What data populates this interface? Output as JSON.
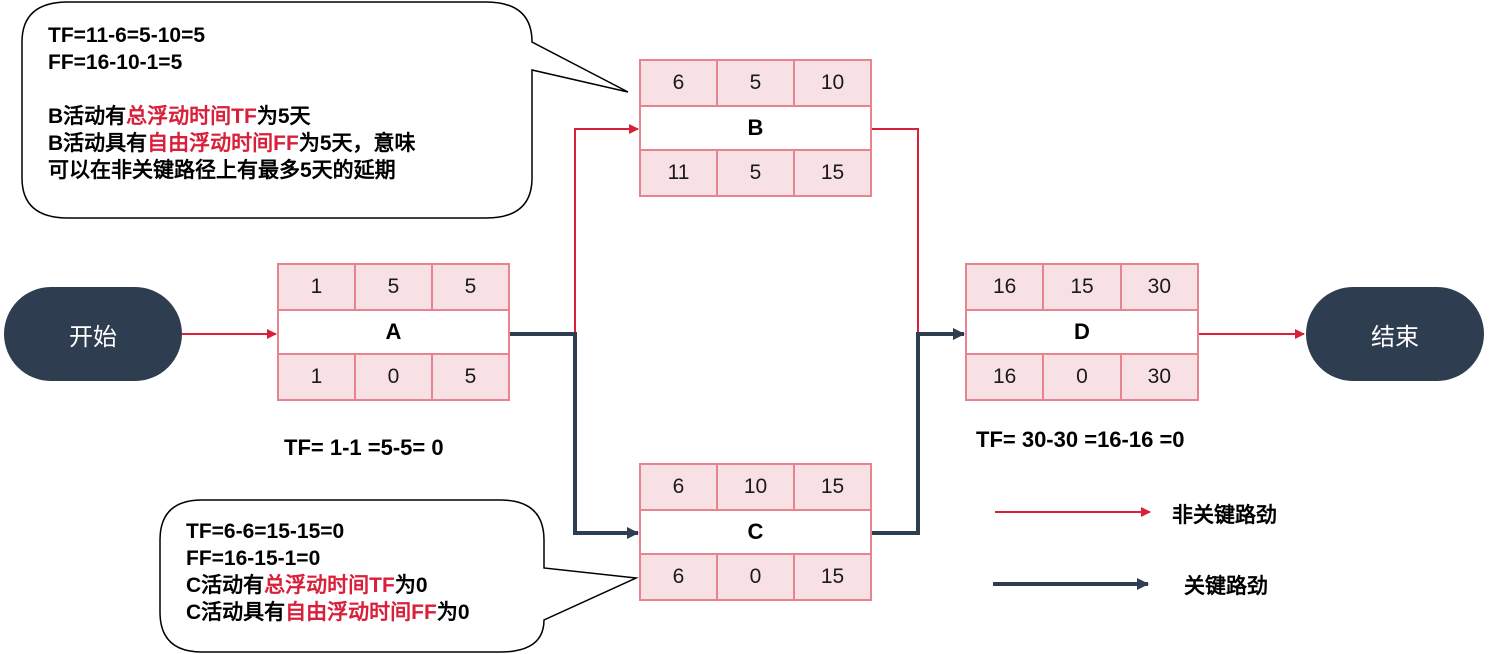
{
  "terminals": {
    "start": "开始",
    "end": "结束"
  },
  "nodes": [
    {
      "id": "A",
      "top": [
        "1",
        "5",
        "5"
      ],
      "bottom": [
        "1",
        "0",
        "5"
      ]
    },
    {
      "id": "B",
      "top": [
        "6",
        "5",
        "10"
      ],
      "bottom": [
        "11",
        "5",
        "15"
      ]
    },
    {
      "id": "C",
      "top": [
        "6",
        "10",
        "15"
      ],
      "bottom": [
        "6",
        "0",
        "15"
      ]
    },
    {
      "id": "D",
      "top": [
        "16",
        "15",
        "30"
      ],
      "bottom": [
        "16",
        "0",
        "30"
      ]
    }
  ],
  "formulas": {
    "a": "TF= 1-1 =5-5= 0",
    "d": "TF= 30-30 =16-16 =0"
  },
  "callout_b": {
    "line1": "TF=11-6=5-10=5",
    "line2": "FF=16-10-1=5",
    "line3_pre": "B活动有",
    "line3_hl": "总浮动时间TF",
    "line3_post": "为5天",
    "line4_pre": "B活动具有",
    "line4_hl": "自由浮动时间FF",
    "line4_post": "为5天，意味",
    "line5": "可以在非关键路径上有最多5天的延期"
  },
  "callout_c": {
    "line1": "TF=6-6=15-15=0",
    "line2": "FF=16-15-1=0",
    "line3_pre": "C活动有",
    "line3_hl": "总浮动时间TF",
    "line3_post": "为0",
    "line4_pre": "C活动具有",
    "line4_hl": "自由浮动时间FF",
    "line4_post": "为0"
  },
  "legend": {
    "noncritical": "非关键路劲",
    "critical": "关键路劲"
  },
  "colors": {
    "critical": "#2e3d50",
    "noncritical": "#d8203a",
    "node_border": "#e8848f",
    "node_fill": "#f7e1e4"
  }
}
